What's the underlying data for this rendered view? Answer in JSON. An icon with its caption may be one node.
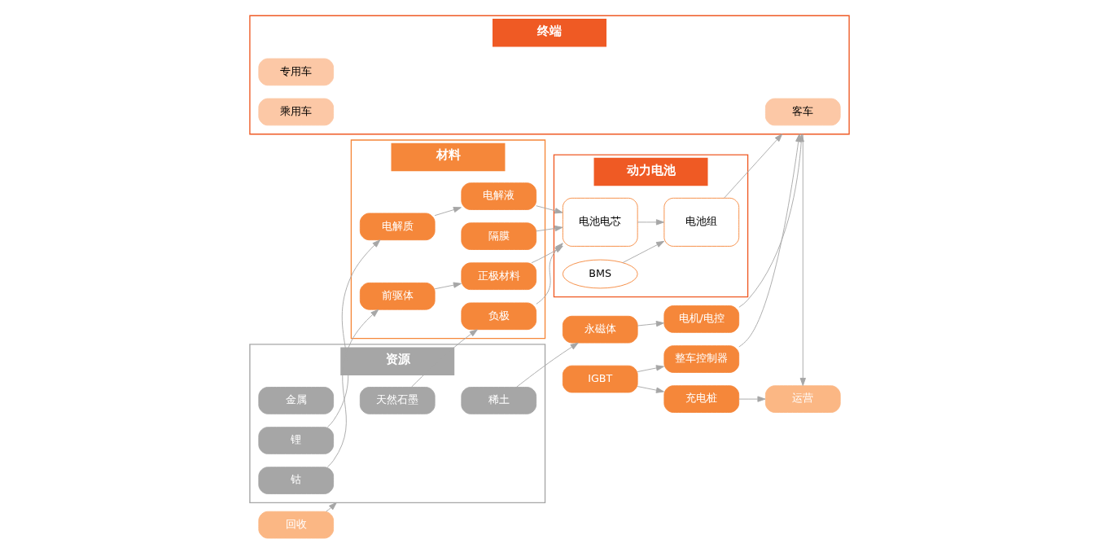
{
  "diagram": {
    "nodes": [
      {
        "text": [
          "资源"
        ]
      },
      {
        "text": [
          "天然石墨"
        ],
        "in": 0
      },
      {
        "text": [
          "金属"
        ],
        "in": 0
      },
      {
        "text": [
          "锂"
        ],
        "in": 0
      },
      {
        "text": [
          "钴"
        ],
        "in": 0
      },
      {
        "text": [
          "稀土"
        ],
        "in": 0
      },
      {
        "text": [
          "材料"
        ]
      },
      {
        "text": [
          "负极"
        ],
        "in": 6
      },
      {
        "text": [
          "隔膜"
        ],
        "in": 6
      },
      {
        "text": [
          "前驱体"
        ],
        "in": 6
      },
      {
        "text": [
          "正极材料"
        ],
        "in": 6
      },
      {
        "text": [
          "电解质"
        ],
        "in": 6
      },
      {
        "text": [
          "电解液"
        ],
        "in": 6
      },
      {
        "text": [
          "动力电池"
        ]
      },
      {
        "text": [
          "电池电芯"
        ],
        "in": 13
      },
      {
        "text": [
          "BMS"
        ],
        "in": 13
      },
      {
        "text": [
          "电池组"
        ],
        "in": 13
      },
      {
        "text": [
          "终端"
        ]
      },
      {
        "text": [
          "客车"
        ],
        "in": 17
      },
      {
        "text": [
          "专用车"
        ],
        "in": 17
      },
      {
        "text": [
          "乘用车"
        ],
        "in": 17
      },
      {
        "text": [
          "永磁体"
        ]
      },
      {
        "text": [
          "电机/电控"
        ]
      },
      {
        "text": [
          "整车控制器"
        ]
      },
      {
        "text": [
          "IGBT"
        ]
      },
      {
        "text": [
          "充电桩"
        ]
      },
      {
        "text": [
          "运营"
        ]
      },
      {
        "text": [
          "回收"
        ]
      }
    ],
    "edges": [
      {
        "from": 1,
        "to": 7,
        "arrow": "to"
      },
      {
        "from": 4,
        "to": 9,
        "arrow": "to"
      },
      {
        "from": 3,
        "to": 11,
        "arrow": "to"
      },
      {
        "from": 9,
        "to": 10,
        "arrow": "to"
      },
      {
        "from": 11,
        "to": 12,
        "arrow": "to"
      },
      {
        "from": 7,
        "to": 14,
        "arrow": "to"
      },
      {
        "from": 8,
        "to": 14,
        "arrow": "to"
      },
      {
        "from": 10,
        "to": 14,
        "arrow": "to"
      },
      {
        "from": 12,
        "to": 14,
        "arrow": "to"
      },
      {
        "from": 14,
        "to": 16,
        "arrow": "to"
      },
      {
        "from": 15,
        "to": 16,
        "arrow": "to"
      },
      {
        "from": 16,
        "to": 17,
        "arrow": "to"
      },
      {
        "from": 5,
        "to": 21,
        "arrow": "to"
      },
      {
        "from": 21,
        "to": 22,
        "arrow": "to"
      },
      {
        "from": 22,
        "to": 17,
        "arrow": "to"
      },
      {
        "from": 24,
        "to": 23,
        "arrow": "to"
      },
      {
        "from": 23,
        "to": 17,
        "arrow": "to"
      },
      {
        "from": 24,
        "to": 25,
        "arrow": "to"
      },
      {
        "from": 25,
        "to": 26,
        "arrow": "to"
      },
      {
        "from": 17,
        "to": 26,
        "arrow": "to"
      },
      {
        "from": 27,
        "to": 0,
        "arrow": "to"
      }
    ]
  }
}
